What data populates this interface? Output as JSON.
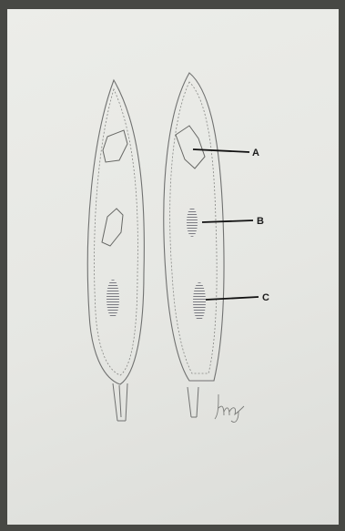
{
  "labels": {
    "a": "A",
    "b": "B",
    "c": "C"
  },
  "signature": "Jmg",
  "colors": {
    "paper": "#e6e7e3",
    "pencil": "#6f706c",
    "ink": "#1c1c1c"
  }
}
